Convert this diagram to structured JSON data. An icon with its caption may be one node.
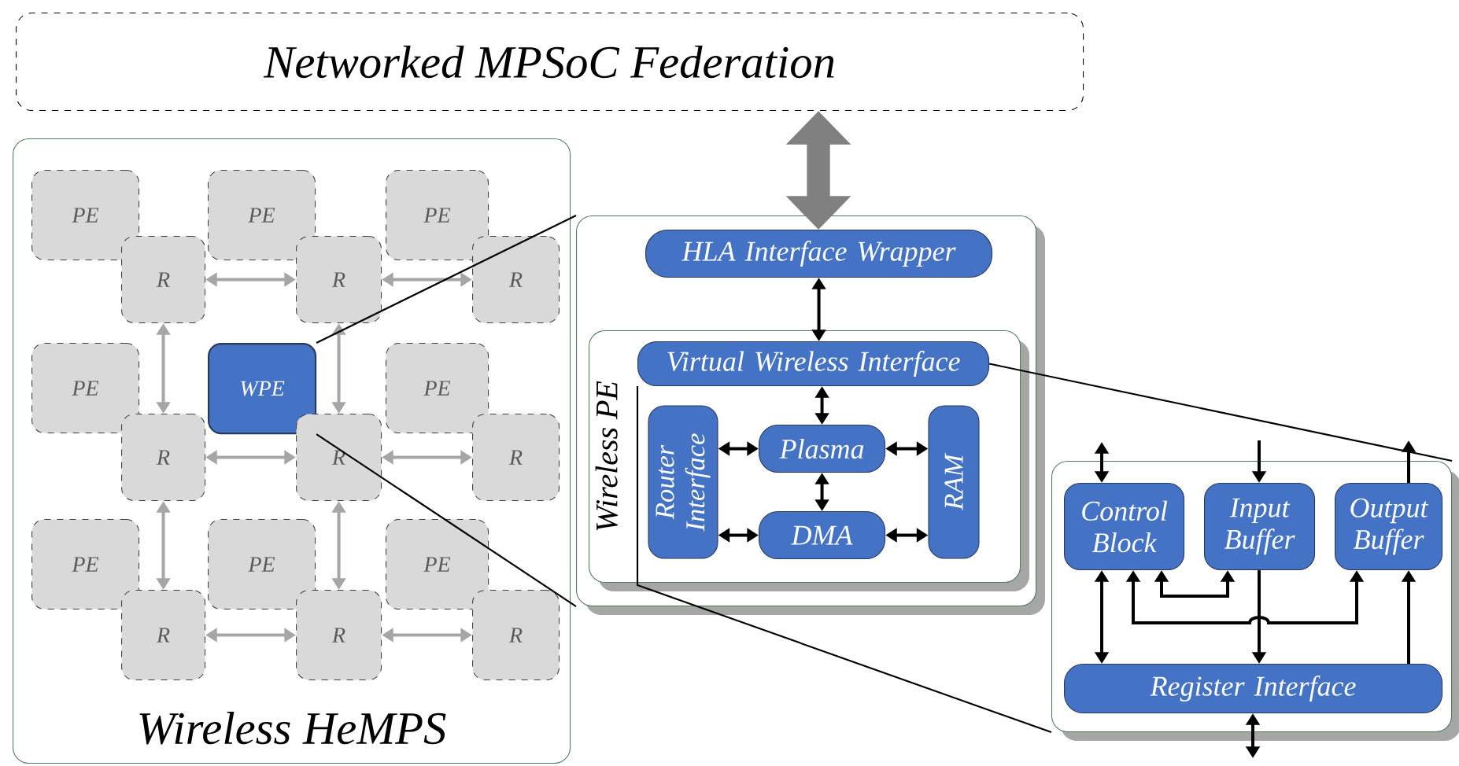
{
  "diagram": {
    "nodes": [
      {
        "text": [
          "Networked MPSoC Federation"
        ]
      },
      {
        "text": [
          "Wireless HeMPS"
        ]
      },
      {
        "text": [
          "PE"
        ],
        "in": 1
      },
      {
        "text": [
          "PE"
        ],
        "in": 1
      },
      {
        "text": [
          "PE"
        ],
        "in": 1
      },
      {
        "text": [
          "R"
        ],
        "in": 1
      },
      {
        "text": [
          "R"
        ],
        "in": 1
      },
      {
        "text": [
          "R"
        ],
        "in": 1
      },
      {
        "text": [
          "PE"
        ],
        "in": 1
      },
      {
        "text": [
          "WPE"
        ],
        "in": 1
      },
      {
        "text": [
          "PE"
        ],
        "in": 1
      },
      {
        "text": [
          "R"
        ],
        "in": 1
      },
      {
        "text": [
          "R"
        ],
        "in": 1
      },
      {
        "text": [
          "R"
        ],
        "in": 1
      },
      {
        "text": [
          "PE"
        ],
        "in": 1
      },
      {
        "text": [
          "PE"
        ],
        "in": 1
      },
      {
        "text": [
          "PE"
        ],
        "in": 1
      },
      {
        "text": [
          "R"
        ],
        "in": 1
      },
      {
        "text": [
          "R"
        ],
        "in": 1
      },
      {
        "text": [
          "R"
        ],
        "in": 1
      },
      {
        "text": [],
        "shape": "box"
      },
      {
        "text": [
          "HLA Interface Wrapper"
        ],
        "in": 20
      },
      {
        "text": [
          "Wireless PE"
        ],
        "in": 20
      },
      {
        "text": [
          "Virtual Wireless Interface"
        ],
        "in": 22
      },
      {
        "text": [
          "Router Interface"
        ],
        "in": 22
      },
      {
        "text": [
          "Plasma"
        ],
        "in": 22
      },
      {
        "text": [
          "DMA"
        ],
        "in": 22
      },
      {
        "text": [
          "RAM"
        ],
        "in": 22
      },
      {
        "text": [],
        "shape": "box"
      },
      {
        "text": [
          "Control Block"
        ],
        "in": 28
      },
      {
        "text": [
          "Input Buffer"
        ],
        "in": 28
      },
      {
        "text": [
          "Output Buffer"
        ],
        "in": 28
      },
      {
        "text": [
          "Register Interface"
        ],
        "in": 28
      }
    ],
    "edges": [
      {
        "from": 0,
        "to": 21,
        "arrow": "both",
        "style": "thick",
        "color": "#808080"
      },
      {
        "from": 5,
        "to": 6,
        "arrow": "both",
        "color": "#a6a6a6"
      },
      {
        "from": 6,
        "to": 7,
        "arrow": "both",
        "color": "#a6a6a6"
      },
      {
        "from": 11,
        "to": 12,
        "arrow": "both",
        "color": "#a6a6a6"
      },
      {
        "from": 12,
        "to": 13,
        "arrow": "both",
        "color": "#a6a6a6"
      },
      {
        "from": 17,
        "to": 18,
        "arrow": "both",
        "color": "#a6a6a6"
      },
      {
        "from": 18,
        "to": 19,
        "arrow": "both",
        "color": "#a6a6a6"
      },
      {
        "from": 5,
        "to": 11,
        "arrow": "both",
        "color": "#a6a6a6"
      },
      {
        "from": 6,
        "to": 12,
        "arrow": "both",
        "color": "#a6a6a6"
      },
      {
        "from": 11,
        "to": 17,
        "arrow": "both",
        "color": "#a6a6a6"
      },
      {
        "from": 12,
        "to": 18,
        "arrow": "both",
        "color": "#a6a6a6"
      },
      {
        "from": 21,
        "to": 23,
        "arrow": "both"
      },
      {
        "from": 23,
        "to": 25,
        "arrow": "both"
      },
      {
        "from": 25,
        "to": 26,
        "arrow": "both"
      },
      {
        "from": 24,
        "to": 25,
        "arrow": "both"
      },
      {
        "from": 24,
        "to": 26,
        "arrow": "both"
      },
      {
        "from": 25,
        "to": 27,
        "arrow": "both"
      },
      {
        "from": 26,
        "to": 27,
        "arrow": "both"
      },
      {
        "from": 9,
        "to": 20,
        "arrow": "none"
      },
      {
        "from": 9,
        "to": 20,
        "arrow": "none"
      },
      {
        "from": 23,
        "to": 28,
        "arrow": "none"
      },
      {
        "from": 23,
        "to": 28,
        "arrow": "none"
      },
      {
        "from": null,
        "to": 29,
        "arrow": "both"
      },
      {
        "from": null,
        "to": 30,
        "arrow": "to"
      },
      {
        "from": 31,
        "to": null,
        "arrow": "to"
      },
      {
        "from": 29,
        "to": 32,
        "arrow": "both"
      },
      {
        "from": 29,
        "to": 30,
        "arrow": "both"
      },
      {
        "from": 29,
        "to": 31,
        "arrow": "both"
      },
      {
        "from": 30,
        "to": 32,
        "arrow": "to"
      },
      {
        "from": 32,
        "to": 31,
        "arrow": "to"
      },
      {
        "from": 32,
        "to": null,
        "arrow": "both"
      }
    ]
  }
}
